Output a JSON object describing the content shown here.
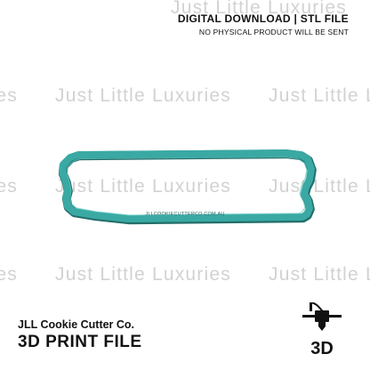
{
  "watermark": {
    "text": "Just Little Luxuries",
    "color": "#d2d2d2"
  },
  "header": {
    "title": "DIGITAL DOWNLOAD | STL FILE",
    "subtitle": "NO PHYSICAL PRODUCT WILL BE SENT"
  },
  "product": {
    "shape": "rearview-mirror-outline",
    "stroke_color": "#3aa9a4",
    "edge_color": "#236e6a",
    "embossed_text": "JLLCOOKIECUTTERCO.COM.AU"
  },
  "footer": {
    "brand": "JLL Cookie Cutter Co.",
    "label": "3D PRINT FILE",
    "icon": "3d-printer-icon",
    "icon_text": "3D"
  }
}
